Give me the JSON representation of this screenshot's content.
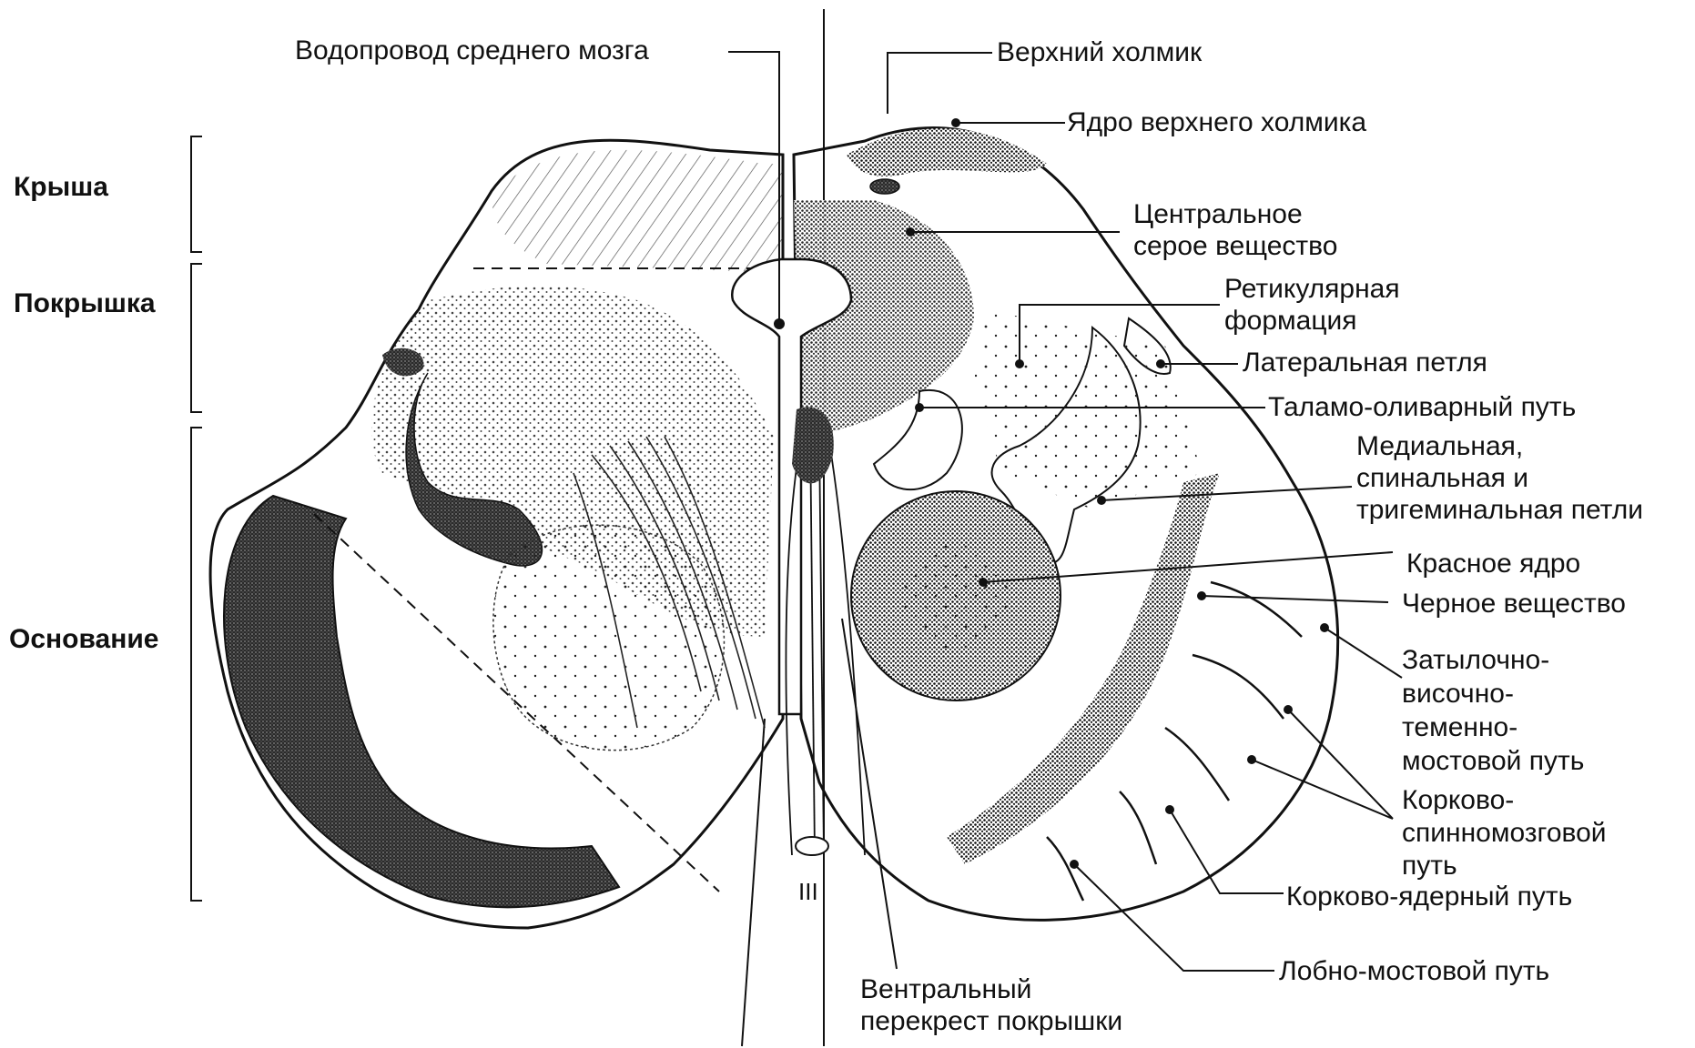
{
  "regions": {
    "roof": "Крыша",
    "tegmentum": "Покрышка",
    "base": "Основание"
  },
  "labels": {
    "aqueduct": "Водопровод среднего мозга",
    "superior_colliculus": "Верхний холмик",
    "superior_colliculus_nucleus": "Ядро верхнего холмика",
    "central_gray": [
      "Центральное",
      "серое вещество"
    ],
    "reticular_formation": [
      "Ретикулярная",
      "формация"
    ],
    "lateral_lemniscus": "Латеральная петля",
    "thalamo_olivary_tract": "Таламо-оливарный путь",
    "lemnisci": [
      "Медиальная,",
      "спинальная и",
      "тригеминальная петли"
    ],
    "red_nucleus": "Красное ядро",
    "substantia_nigra": "Черное вещество",
    "occipito_temporo_parietal_tract": [
      "Затылочно-",
      "височно-",
      "теменно-",
      "мостовой путь"
    ],
    "corticospinal_tract": [
      "Корково-",
      "спинномозговой",
      "путь"
    ],
    "corticonuclear_tract": "Корково-ядерный путь",
    "frontopontine_tract": "Лобно-мостовой путь",
    "ventral_tegmental_decussation": [
      "Вентральный",
      "перекрест покрышки"
    ],
    "cranial_nerve": "III"
  }
}
